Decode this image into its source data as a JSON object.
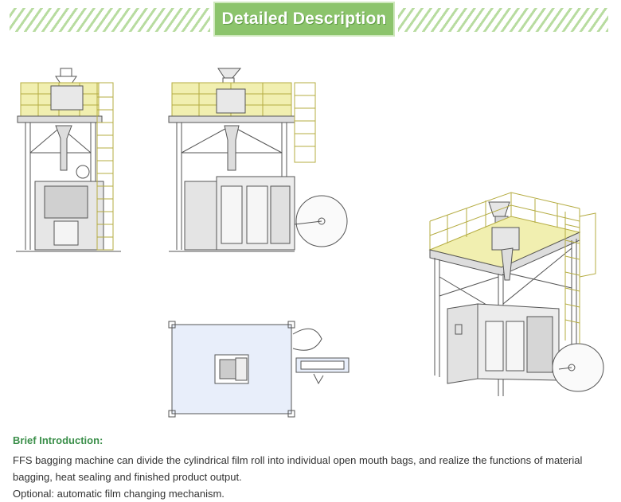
{
  "header": {
    "title": "Detailed Description"
  },
  "drawings": [
    {
      "name": "front-view"
    },
    {
      "name": "side-view-with-film-roll"
    },
    {
      "name": "top-view"
    },
    {
      "name": "isometric-view"
    }
  ],
  "intro": {
    "title": "Brief Introduction:",
    "paragraph_1": " FFS bagging machine can divide the cylindrical film roll into individual open mouth bags, and realize the functions of material bagging, heat sealing and finished product output.",
    "paragraph_2": "Optional: automatic film changing mechanism."
  },
  "colors": {
    "banner_green": "#8cc46c",
    "heading_green": "#3b8f4a",
    "railing_yellow": "#e6e07a",
    "line_gray": "#555555"
  }
}
